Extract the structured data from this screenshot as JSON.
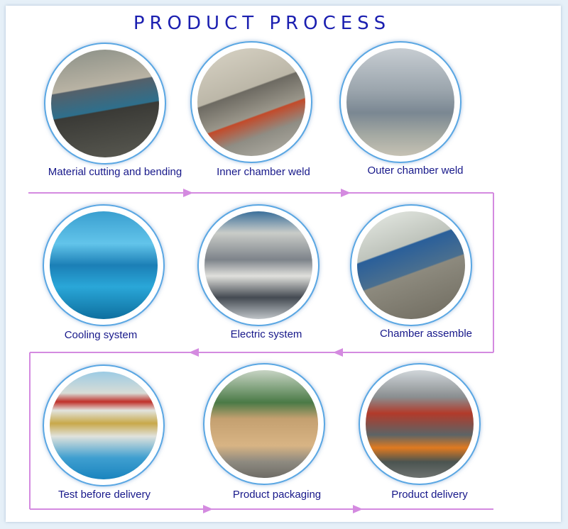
{
  "title": "PRODUCT PROCESS",
  "steps": [
    {
      "label": "Material cutting and bending"
    },
    {
      "label": "Inner chamber weld"
    },
    {
      "label": "Outer chamber weld"
    },
    {
      "label": "Cooling system"
    },
    {
      "label": "Electric system"
    },
    {
      "label": "Chamber assemble"
    },
    {
      "label": "Test before delivery"
    },
    {
      "label": "Product packaging"
    },
    {
      "label": "Product delivery"
    }
  ],
  "colors": {
    "title": "#1b1fb0",
    "caption": "#17188a",
    "flow_line": "#d48ae0",
    "circle_border": "#5aa7e3"
  }
}
